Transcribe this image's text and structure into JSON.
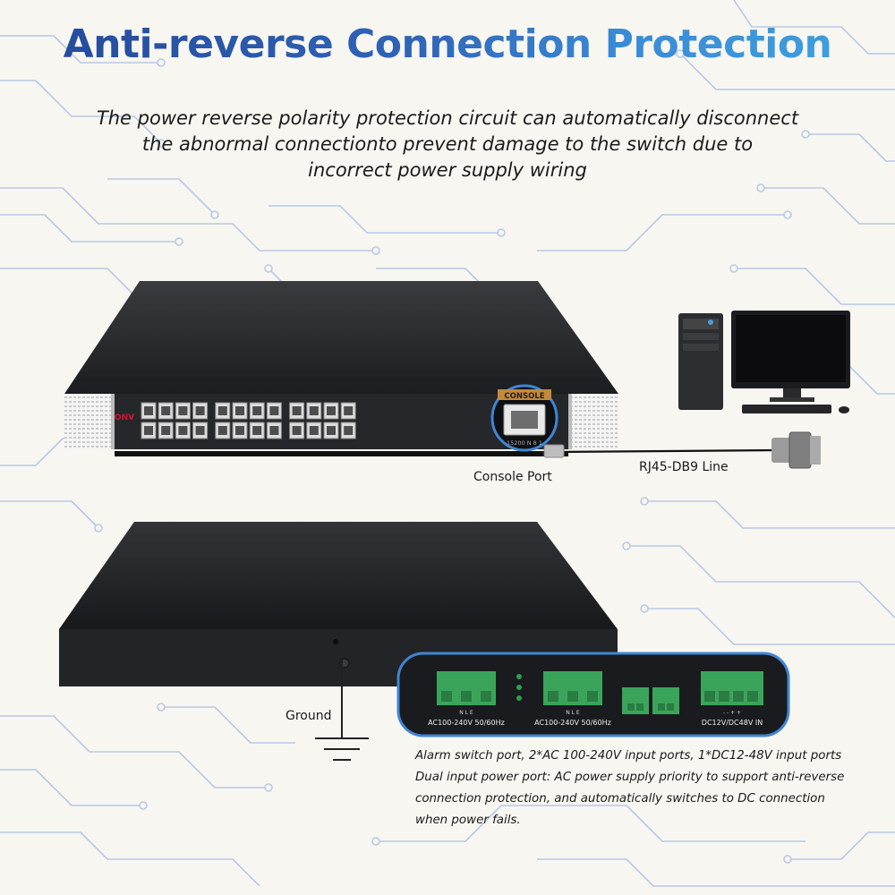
{
  "title": "Anti-reverse Connection Protection",
  "subtitle_lines": [
    "The power reverse polarity protection circuit can automatically disconnect",
    "the abnormal connectionto prevent damage to the switch due to",
    "incorrect power supply wiring"
  ],
  "front_switch": {
    "brand": "ONV",
    "console_tag": "CONSOLE",
    "model": "15200 N 8 1"
  },
  "labels": {
    "console_port": "Console Port",
    "cable": "RJ45-DB9 Line",
    "ground": "Ground"
  },
  "power_panel": {
    "ac_terminal_pins": "N  L  E",
    "ac_label_1": "AC100-240V  50/60Hz",
    "ac_label_2": "AC100-240V  50/60Hz",
    "dc_terminal_pins": "-  -  +  +",
    "dc_label": "DC12V/DC48V IN"
  },
  "description_lines": [
    "Alarm switch port, 2*AC 100-240V input ports, 1*DC12-48V input ports",
    "Dual input power port: AC power supply priority to support anti-reverse",
    "connection protection, and automatically switches to DC connection",
    "when power fails."
  ],
  "colors": {
    "title_start": "#23489a",
    "title_end": "#3fa3e0",
    "background": "#f7f6f1",
    "circuit_lines": "#b9c9e6",
    "switch_body": "#1e1f22",
    "terminal_green": "#3aa55a",
    "panel_border": "#3f86d4"
  }
}
